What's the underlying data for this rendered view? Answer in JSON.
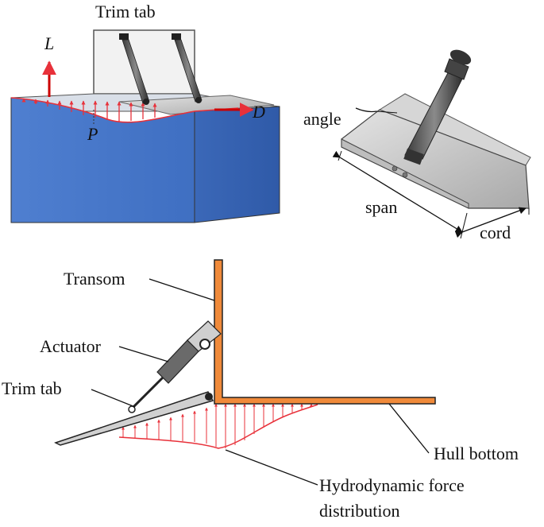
{
  "labels": {
    "top_left": {
      "trim_tab": "Trim tab",
      "L": "L",
      "D": "D",
      "P": "P"
    },
    "top_right": {
      "angle": "angle",
      "span": "span",
      "cord": "cord"
    },
    "bottom": {
      "transom": "Transom",
      "actuator": "Actuator",
      "trim_tab": "Trim tab",
      "hull_bottom": "Hull bottom",
      "hydro_line1": "Hydrodynamic force",
      "hydro_line2": "distribution"
    }
  },
  "colors": {
    "hull_blue": "#4f7fd0",
    "hull_blue_dark": "#3b68b8",
    "force_red": "#e8313a",
    "transom_orange": "#f08a3a",
    "tab_gray": "#c9c9c9",
    "outline": "#222222"
  }
}
